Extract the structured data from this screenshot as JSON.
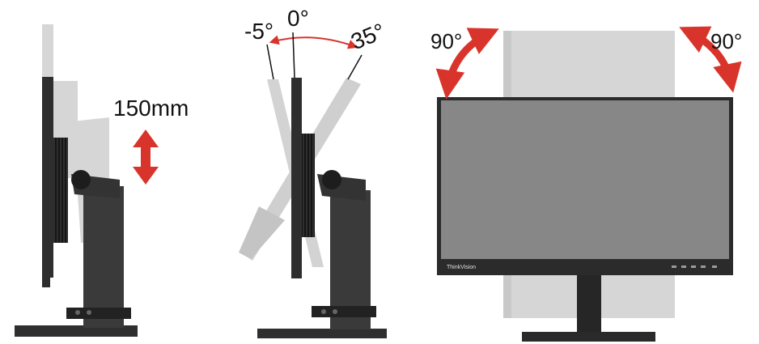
{
  "labels": {
    "height_range": "150mm",
    "tilt_back": "-5°",
    "tilt_zero": "0°",
    "tilt_forward": "35°",
    "pivot_left": "90°",
    "pivot_right": "90°",
    "brand": "ThinkVision"
  },
  "colors": {
    "arrow": "#d9342b",
    "stand_dark": "#3a3a3a",
    "bezel": "#2b2b2b",
    "screen": "#878787",
    "ghost": "#d6d6d6",
    "ghost_dark": "#c4c4c4"
  },
  "icons": {
    "height_arrow": "double-arrow-vertical",
    "tilt_arc": "arc-double-arrow",
    "pivot_arrows": "curved-arrow"
  }
}
